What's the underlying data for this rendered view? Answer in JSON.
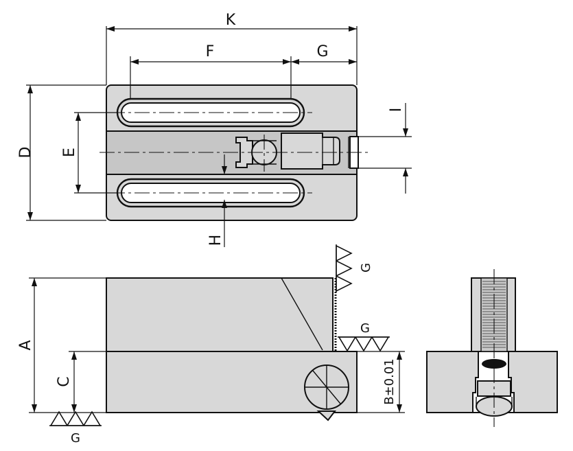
{
  "labels": {
    "K": "K",
    "F": "F",
    "G": "G",
    "D": "D",
    "E": "E",
    "I": "I",
    "H": "H",
    "A": "A",
    "C": "C",
    "B": "B±0.01",
    "finish_top": "G",
    "finish_mid": "G",
    "finish_bottom": "G"
  },
  "colors": {
    "part_fill": "#d8d8d8",
    "line": "#111111",
    "background": "#ffffff"
  }
}
